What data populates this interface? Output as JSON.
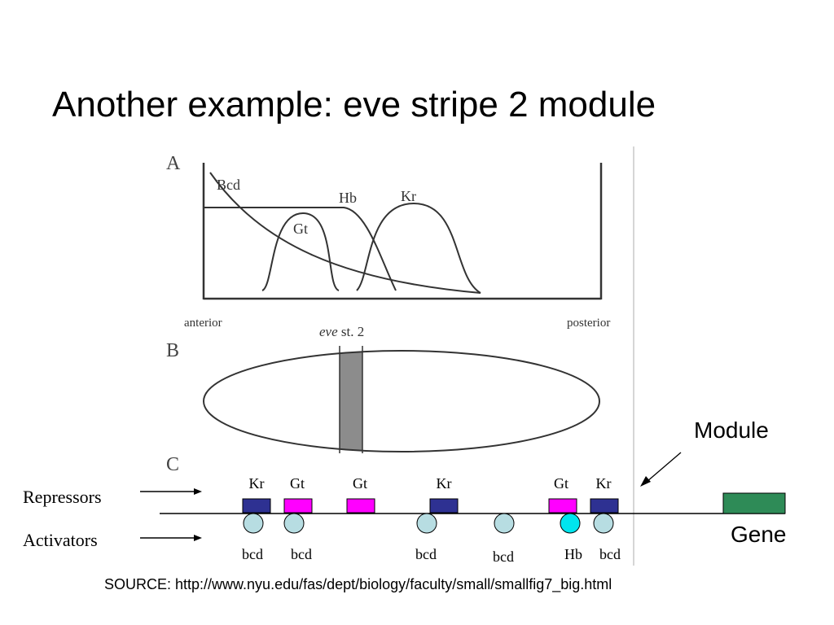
{
  "slide": {
    "title": "Another example: eve stripe 2 module",
    "source": "SOURCE: http://www.nyu.edu/fas/dept/biology/faculty/small/smallfig7_big.html"
  },
  "panel_a": {
    "label": "A",
    "curves": {
      "bcd": "Bcd",
      "hb": "Hb",
      "kr": "Kr",
      "gt": "Gt"
    },
    "axis_left": "anterior",
    "axis_right": "posterior"
  },
  "panel_b": {
    "label": "B",
    "stripe_label_italic": "eve",
    "stripe_label_rest": " st. 2"
  },
  "panel_c": {
    "label": "C",
    "repressors_label": "Repressors",
    "activators_label": "Activators",
    "module_label": "Module",
    "gene_label": "Gene",
    "repressor_boxes": [
      {
        "label": "Kr",
        "color": "#2e3192"
      },
      {
        "label": "Gt",
        "color": "#ff00ff"
      },
      {
        "label": "Gt",
        "color": "#ff00ff"
      },
      {
        "label": "Kr",
        "color": "#2e3192"
      },
      {
        "label": "Gt",
        "color": "#ff00ff"
      },
      {
        "label": "Kr",
        "color": "#2e3192"
      }
    ],
    "activator_sites": [
      {
        "label": "bcd",
        "color": "#b7dde2"
      },
      {
        "label": "bcd",
        "color": "#b7dde2"
      },
      {
        "label": "bcd",
        "color": "#b7dde2"
      },
      {
        "label": "bcd",
        "color": "#b7dde2"
      },
      {
        "label": "Hb",
        "color": "#00e5ee"
      },
      {
        "label": "bcd",
        "color": "#b7dde2"
      }
    ],
    "gene_color": "#2e8b57"
  }
}
